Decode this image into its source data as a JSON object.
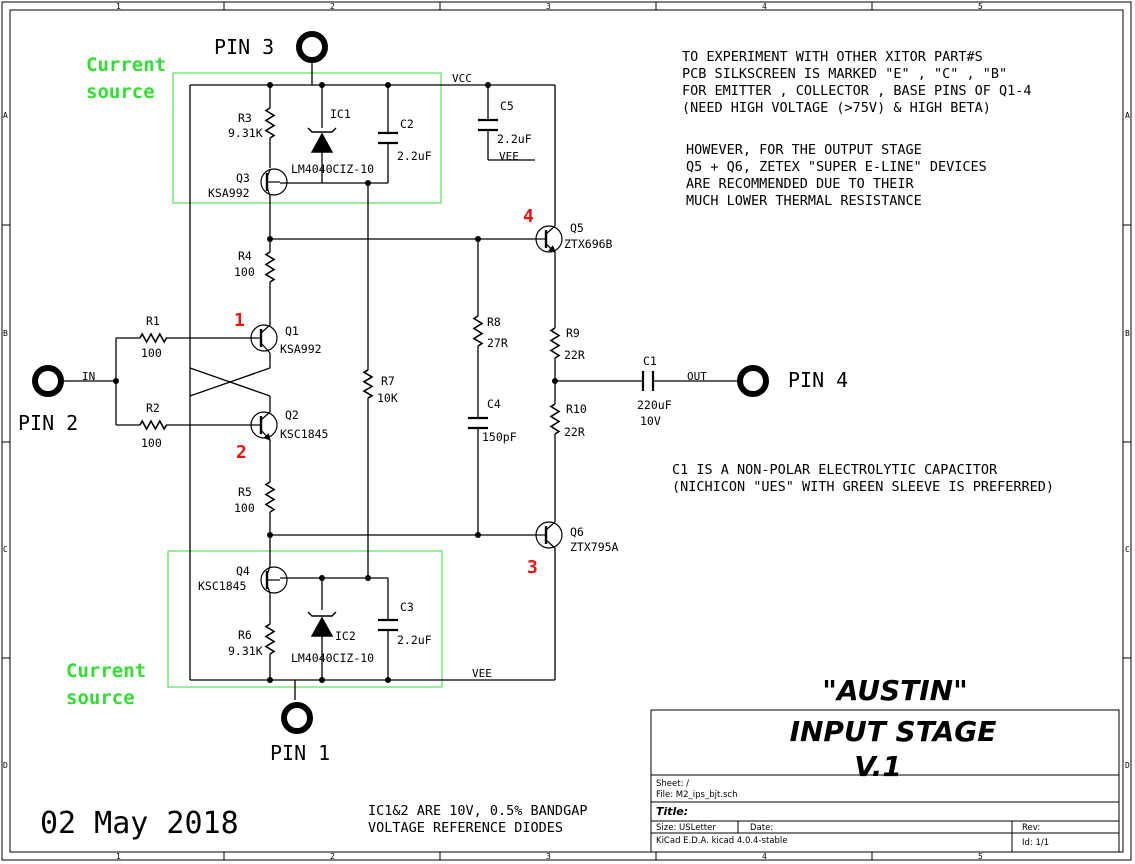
{
  "frame": {
    "col_marks": [
      "1",
      "2",
      "3",
      "4",
      "5"
    ],
    "row_marks": [
      "A",
      "B",
      "C",
      "D"
    ]
  },
  "labels": {
    "pin3": "PIN 3",
    "pin2": "PIN 2",
    "pin1": "PIN 1",
    "pin4": "PIN 4",
    "vcc": "VCC",
    "vee_top": "VEE",
    "vee_bottom": "VEE",
    "in": "IN",
    "out": "OUT",
    "current_source_top_1": "Current",
    "current_source_top_2": "source",
    "current_source_bottom_1": "Current",
    "current_source_bottom_2": "source"
  },
  "markers": [
    "1",
    "2",
    "3",
    "4"
  ],
  "components": {
    "R1": {
      "ref": "R1",
      "value": "100"
    },
    "R2": {
      "ref": "R2",
      "value": "100"
    },
    "R3": {
      "ref": "R3",
      "value": "9.31K"
    },
    "R4": {
      "ref": "R4",
      "value": "100"
    },
    "R5": {
      "ref": "R5",
      "value": "100"
    },
    "R6": {
      "ref": "R6",
      "value": "9.31K"
    },
    "R7": {
      "ref": "R7",
      "value": "10K"
    },
    "R8": {
      "ref": "R8",
      "value": "27R"
    },
    "R9": {
      "ref": "R9",
      "value": "22R"
    },
    "R10": {
      "ref": "R10",
      "value": "22R"
    },
    "C1": {
      "ref": "C1",
      "value": "220uF",
      "value2": "10V"
    },
    "C2": {
      "ref": "C2",
      "value": "2.2uF"
    },
    "C3": {
      "ref": "C3",
      "value": "2.2uF"
    },
    "C4": {
      "ref": "C4",
      "value": "150pF"
    },
    "C5": {
      "ref": "C5",
      "value": "2.2uF"
    },
    "IC1": {
      "ref": "IC1",
      "value": "LM4040CIZ-10"
    },
    "IC2": {
      "ref": "IC2",
      "value": "LM4040CIZ-10"
    },
    "Q1": {
      "ref": "Q1",
      "value": "KSA992"
    },
    "Q2": {
      "ref": "Q2",
      "value": "KSC1845"
    },
    "Q3": {
      "ref": "Q3",
      "value": "KSA992"
    },
    "Q4": {
      "ref": "Q4",
      "value": "KSC1845"
    },
    "Q5": {
      "ref": "Q5",
      "value": "ZTX696B"
    },
    "Q6": {
      "ref": "Q6",
      "value": "ZTX795A"
    }
  },
  "notes": {
    "top": [
      "TO EXPERIMENT WITH OTHER XITOR PART#S",
      "PCB SILKSCREEN IS MARKED \"E\" , \"C\" , \"B\"",
      "FOR EMITTER , COLLECTOR , BASE  PINS OF Q1-4",
      "(NEED HIGH VOLTAGE (>75V) & HIGH BETA)"
    ],
    "middle": [
      "HOWEVER, FOR THE OUTPUT STAGE",
      "Q5 + Q6, ZETEX \"SUPER E-LINE\" DEVICES",
      "ARE RECOMMENDED DUE TO THEIR",
      "MUCH LOWER THERMAL RESISTANCE"
    ],
    "cap": [
      "C1 IS A NON-POLAR ELECTROLYTIC CAPACITOR",
      "(NICHICON \"UES\" WITH GREEN SLEEVE IS PREFERRED)"
    ],
    "diode": [
      "IC1&2 ARE 10V, 0.5% BANDGAP",
      "VOLTAGE REFERENCE DIODES"
    ],
    "date": "02 May 2018"
  },
  "title_block": {
    "title_1": "\"AUSTIN\"",
    "title_2": "INPUT STAGE",
    "title_3": "V.1",
    "sheet": "Sheet: /",
    "file": "File: M2_ips_bjt.sch",
    "title_label": "Title:",
    "size": "Size: USLetter",
    "date_label": "Date:",
    "rev_label": "Rev:",
    "kicad": "KiCad E.D.A.  kicad 4.0.4-stable",
    "id": "Id: 1/1"
  }
}
